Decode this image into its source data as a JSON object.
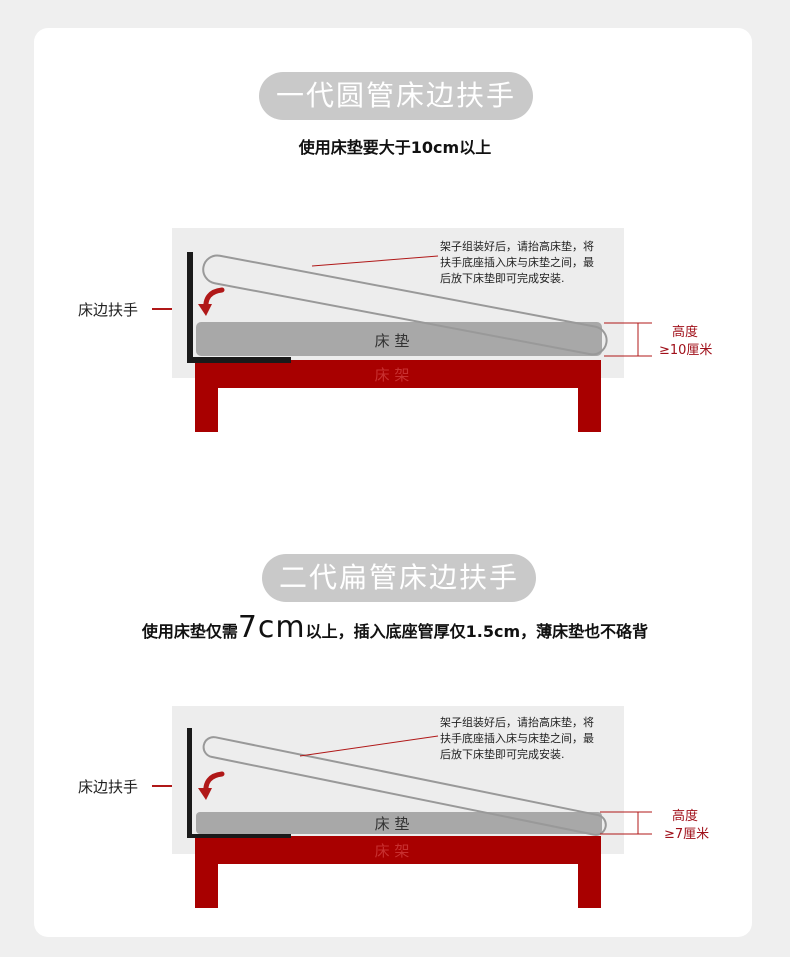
{
  "sections": [
    {
      "title": "一代圆管床边扶手",
      "subtitle": "使用床垫要大于10cm以上",
      "rail_label": "床边扶手",
      "mattress_label": "床 垫",
      "bed_label": "床 架",
      "note_lines": [
        "架子组装好后，请抬高床垫，将",
        "扶手底座插入床与床垫之间，最",
        "后放下床垫即可完成安装."
      ],
      "height_label": "高度",
      "height_value": "≥10厘米"
    },
    {
      "title": "二代扁管床边扶手",
      "subtitle_prefix": "使用床垫仅需",
      "subtitle_big": "7cm",
      "subtitle_suffix": "以上，插入底座管厚仅1.5cm，薄床垫也不硌背",
      "rail_label": "床边扶手",
      "mattress_label": "床 垫",
      "bed_label": "床 架",
      "note_lines": [
        "架子组装好后，请抬高床垫，将",
        "扶手底座插入床与床垫之间，最",
        "后放下床垫即可完成安装."
      ],
      "height_label": "高度",
      "height_value": "≥7厘米"
    }
  ],
  "colors": {
    "bed_red": "#a80000",
    "label_red": "#a0101a",
    "pill_gray": "#c9c9c9",
    "mattress_gray": "#a8a8a8",
    "panel_gray": "#ededed"
  }
}
